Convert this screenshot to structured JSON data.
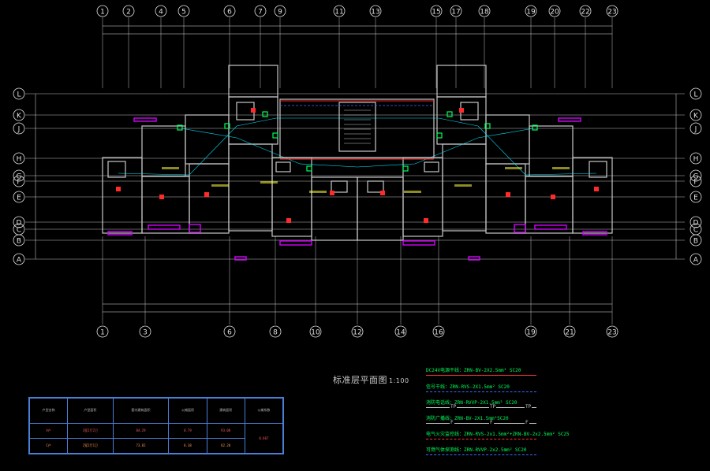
{
  "drawing": {
    "title": "标准层平面图",
    "scale": "1:100"
  },
  "grid": {
    "top_numbers": [
      "1",
      "2",
      "4",
      "5",
      "6",
      "7",
      "9",
      "11",
      "13",
      "15",
      "17",
      "18",
      "19",
      "20",
      "22",
      "23"
    ],
    "bottom_numbers": [
      "1",
      "3",
      "6",
      "8",
      "10",
      "12",
      "14",
      "16",
      "19",
      "21",
      "23"
    ],
    "row_letters": [
      "L",
      "K",
      "J",
      "H",
      "G",
      "F",
      "E",
      "D",
      "C",
      "B",
      "A"
    ]
  },
  "legend": {
    "items": [
      {
        "text": "DC24V电源干线：ZRN-BV-2X2.5mm² SC20",
        "color": "#00ff5a",
        "line_color": "#ff3030",
        "style": "solid"
      },
      {
        "text": "信号干线：ZRN-RVS-2X1.5mm² SC20",
        "color": "#00ff5a",
        "line_color": "#3a6bff",
        "style": "dashed"
      },
      {
        "text": "消防电话线：ZRN-RVVP-2X1.5mm² SC20",
        "color": "#00ff5a",
        "line_color": "#c8c8c8",
        "style": "labeled",
        "label": "TP"
      },
      {
        "text": "消防广播线：ZRN-BV-2X1.5mm²SC20",
        "color": "#00ff5a",
        "line_color": "#c8c8c8",
        "style": "labeled",
        "label": "F"
      },
      {
        "text": "电气火灾监控线：ZRN-RVS-2x1.5mm²+ZRN-BV-2x2.5mm² SC25",
        "color": "#00ff5a",
        "line_color": "#ff3030",
        "style": "dash-dot"
      },
      {
        "text": "可燃气体探测线：ZRN-RVVP-2x2.5mm² SC20",
        "color": "#00ff5a",
        "line_color": "#3a6bff",
        "style": "dashed"
      }
    ]
  },
  "stats_table": {
    "headers": [
      "户型名称",
      "户型面积",
      "套内建筑面积",
      "公摊面积",
      "建筑面积",
      "公摊系数"
    ],
    "rows": [
      {
        "cells": [
          "A户",
          "3室2厅2卫",
          "84.29",
          "8.79",
          "93.08"
        ]
      },
      {
        "cells": [
          "C户",
          "2室2厅1卫",
          "73.82",
          "8.38",
          "82.20"
        ]
      }
    ],
    "coefficient": "0.667"
  },
  "colors": {
    "wall": "#c8c8c8",
    "grid": "#e0e0e0",
    "cyan": "#00e5ff",
    "magenta": "#d400ff",
    "green": "#00ff5a",
    "red": "#ff2a2a",
    "yellow": "#ffff40"
  }
}
